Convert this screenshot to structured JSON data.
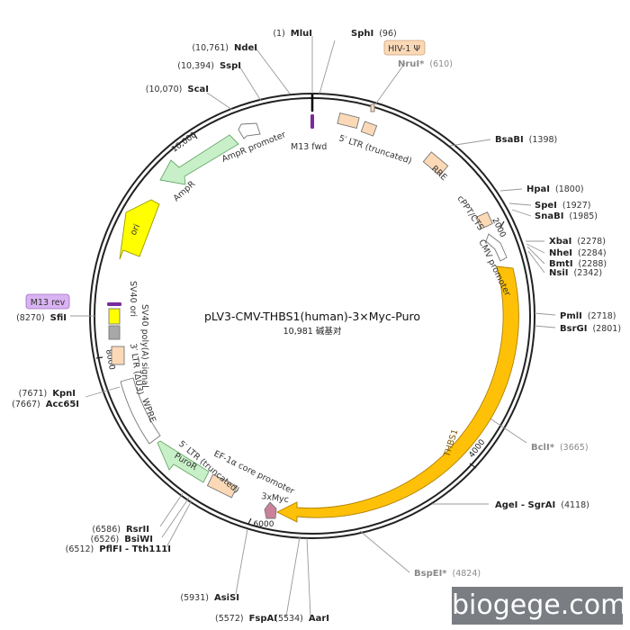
{
  "plasmid": {
    "name": "pLV3-CMV-THBS1(human)-3×Myc-Puro",
    "length_text": "10,981 碱基对",
    "length": 10981
  },
  "ticks": [
    {
      "label": "2000",
      "pos": 2000
    },
    {
      "label": "4000",
      "pos": 4000
    },
    {
      "label": "6000",
      "pos": 6000
    },
    {
      "label": "8000",
      "pos": 8000
    },
    {
      "label": "10,000",
      "pos": 10000
    }
  ],
  "sites_right": [
    {
      "name": "SphI",
      "pos_text": "(96)",
      "grey": false
    },
    {
      "name": "NruI*",
      "pos_text": "(610)",
      "grey": true
    },
    {
      "name": "BsaBI",
      "pos_text": "(1398)",
      "grey": false
    },
    {
      "name": "HpaI",
      "pos_text": "(1800)",
      "grey": false
    },
    {
      "name": "SpeI",
      "pos_text": "(1927)",
      "grey": false
    },
    {
      "name": "SnaBI",
      "pos_text": "(1985)",
      "grey": false
    },
    {
      "name": "XbaI",
      "pos_text": "(2278)",
      "grey": false
    },
    {
      "name": "NheI",
      "pos_text": "(2284)",
      "grey": false
    },
    {
      "name": "BmtI",
      "pos_text": "(2288)",
      "grey": false
    },
    {
      "name": "NsiI",
      "pos_text": "(2342)",
      "grey": false
    },
    {
      "name": "PmlI",
      "pos_text": "(2718)",
      "grey": false
    },
    {
      "name": "BsrGI",
      "pos_text": "(2801)",
      "grey": false
    },
    {
      "name": "BclI*",
      "pos_text": "(3665)",
      "grey": true
    },
    {
      "name": "AgeI - SgrAI",
      "pos_text": "(4118)",
      "grey": false
    },
    {
      "name": "BspEI*",
      "pos_text": "(4824)",
      "grey": true
    }
  ],
  "sites_left": [
    {
      "name": "MluI",
      "pos_text": "(1)",
      "grey": false
    },
    {
      "name": "NdeI",
      "pos_text": "(10,761)",
      "grey": false
    },
    {
      "name": "SspI",
      "pos_text": "(10,394)",
      "grey": false
    },
    {
      "name": "ScaI",
      "pos_text": "(10,070)",
      "grey": false
    },
    {
      "name": "SfiI",
      "pos_text": "(8270)",
      "grey": false
    },
    {
      "name": "KpnI",
      "pos_text": "(7671)",
      "grey": false
    },
    {
      "name": "Acc65I",
      "pos_text": "(7667)",
      "grey": false
    },
    {
      "name": "RsrII",
      "pos_text": "(6586)",
      "grey": false
    },
    {
      "name": "BsiWI",
      "pos_text": "(6526)",
      "grey": false
    },
    {
      "name": "PflFI - Tth111I",
      "pos_text": "(6512)",
      "grey": false
    },
    {
      "name": "AsiSI",
      "pos_text": "(5931)",
      "grey": false
    },
    {
      "name": "FspAI",
      "pos_text": "(5572)",
      "grey": false
    },
    {
      "name": "AarI",
      "pos_text": "(5534)",
      "grey": false
    }
  ],
  "features": [
    {
      "label": "5′ LTR (truncated)",
      "color": "#fcd9b6"
    },
    {
      "label": "RRE",
      "color": "#fcd9b6"
    },
    {
      "label": "cPPT/CTS",
      "color": "#fcd9b6"
    },
    {
      "label": "CMV promoter",
      "color": "#ffffff"
    },
    {
      "label": "THBS1",
      "color": "#ffc107"
    },
    {
      "label": "3xMyc",
      "color": "#c9829a"
    },
    {
      "label": "EF-1α core promoter",
      "color": "#fcd9b6"
    },
    {
      "label": "PuroR",
      "color": "#c8f0c8"
    },
    {
      "label": "WPRE",
      "color": "#ffffff"
    },
    {
      "label": "3′ LTR (ΔU3)",
      "color": "#fcd9b6"
    },
    {
      "label": "SV40 poly(A) signal",
      "color": "#a8a8a8"
    },
    {
      "label": "SV40 ori",
      "color": "#ffff00"
    },
    {
      "label": "ori",
      "color": "#ffff00"
    },
    {
      "label": "AmpR",
      "color": "#c8f0c8"
    },
    {
      "label": "AmpR promoter",
      "color": "#ffffff"
    }
  ],
  "primers": [
    {
      "label": "HIV-1 Ψ",
      "color": "#fcd9b6"
    },
    {
      "label": "M13 fwd",
      "color": "#7b2a9b"
    },
    {
      "label": "M13 rev",
      "color": "#d9b3f2"
    }
  ],
  "watermark": "biogege.com"
}
